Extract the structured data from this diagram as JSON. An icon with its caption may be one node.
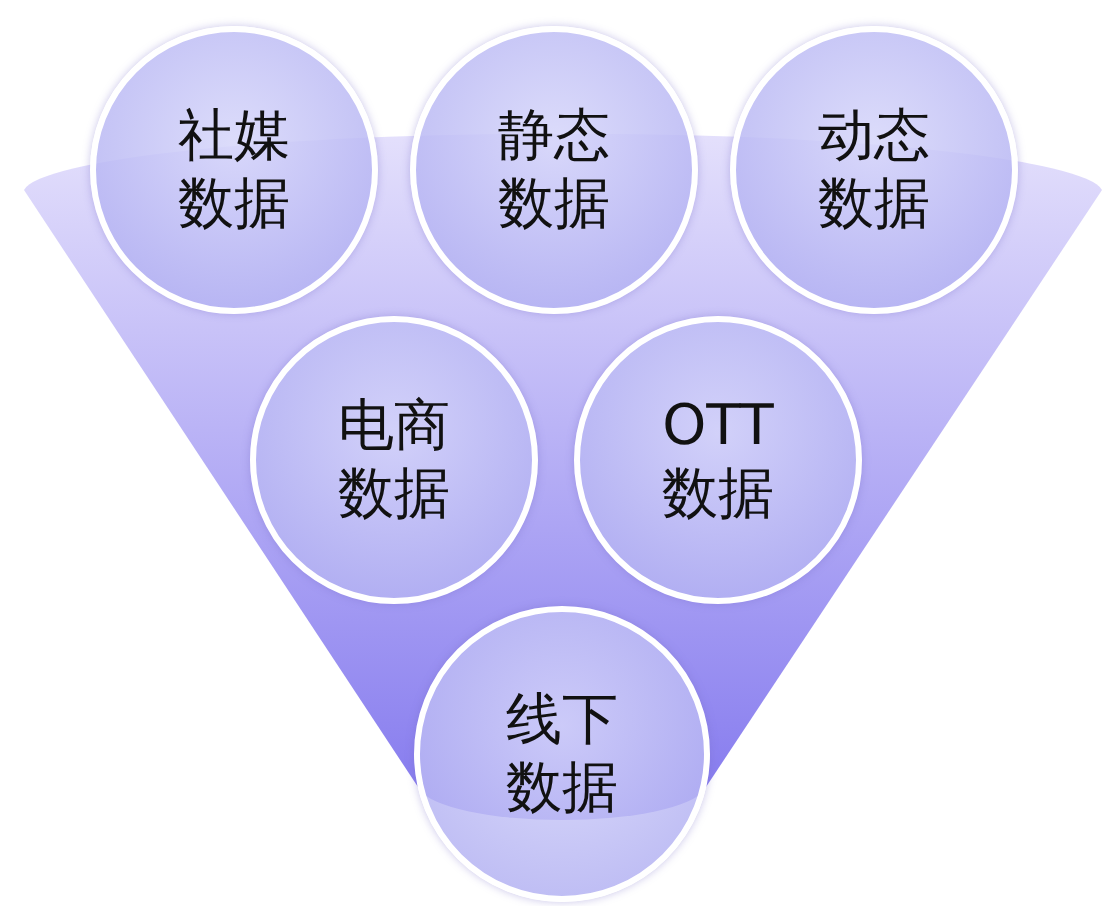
{
  "diagram": {
    "nodes": [
      {
        "text": [
          "社媒数据"
        ]
      },
      {
        "text": [
          "静态数据"
        ]
      },
      {
        "text": [
          "动态数据"
        ]
      },
      {
        "text": [
          "电商数据"
        ]
      },
      {
        "text": [
          "OTT数据"
        ]
      },
      {
        "text": [
          "线下数据"
        ]
      }
    ]
  }
}
